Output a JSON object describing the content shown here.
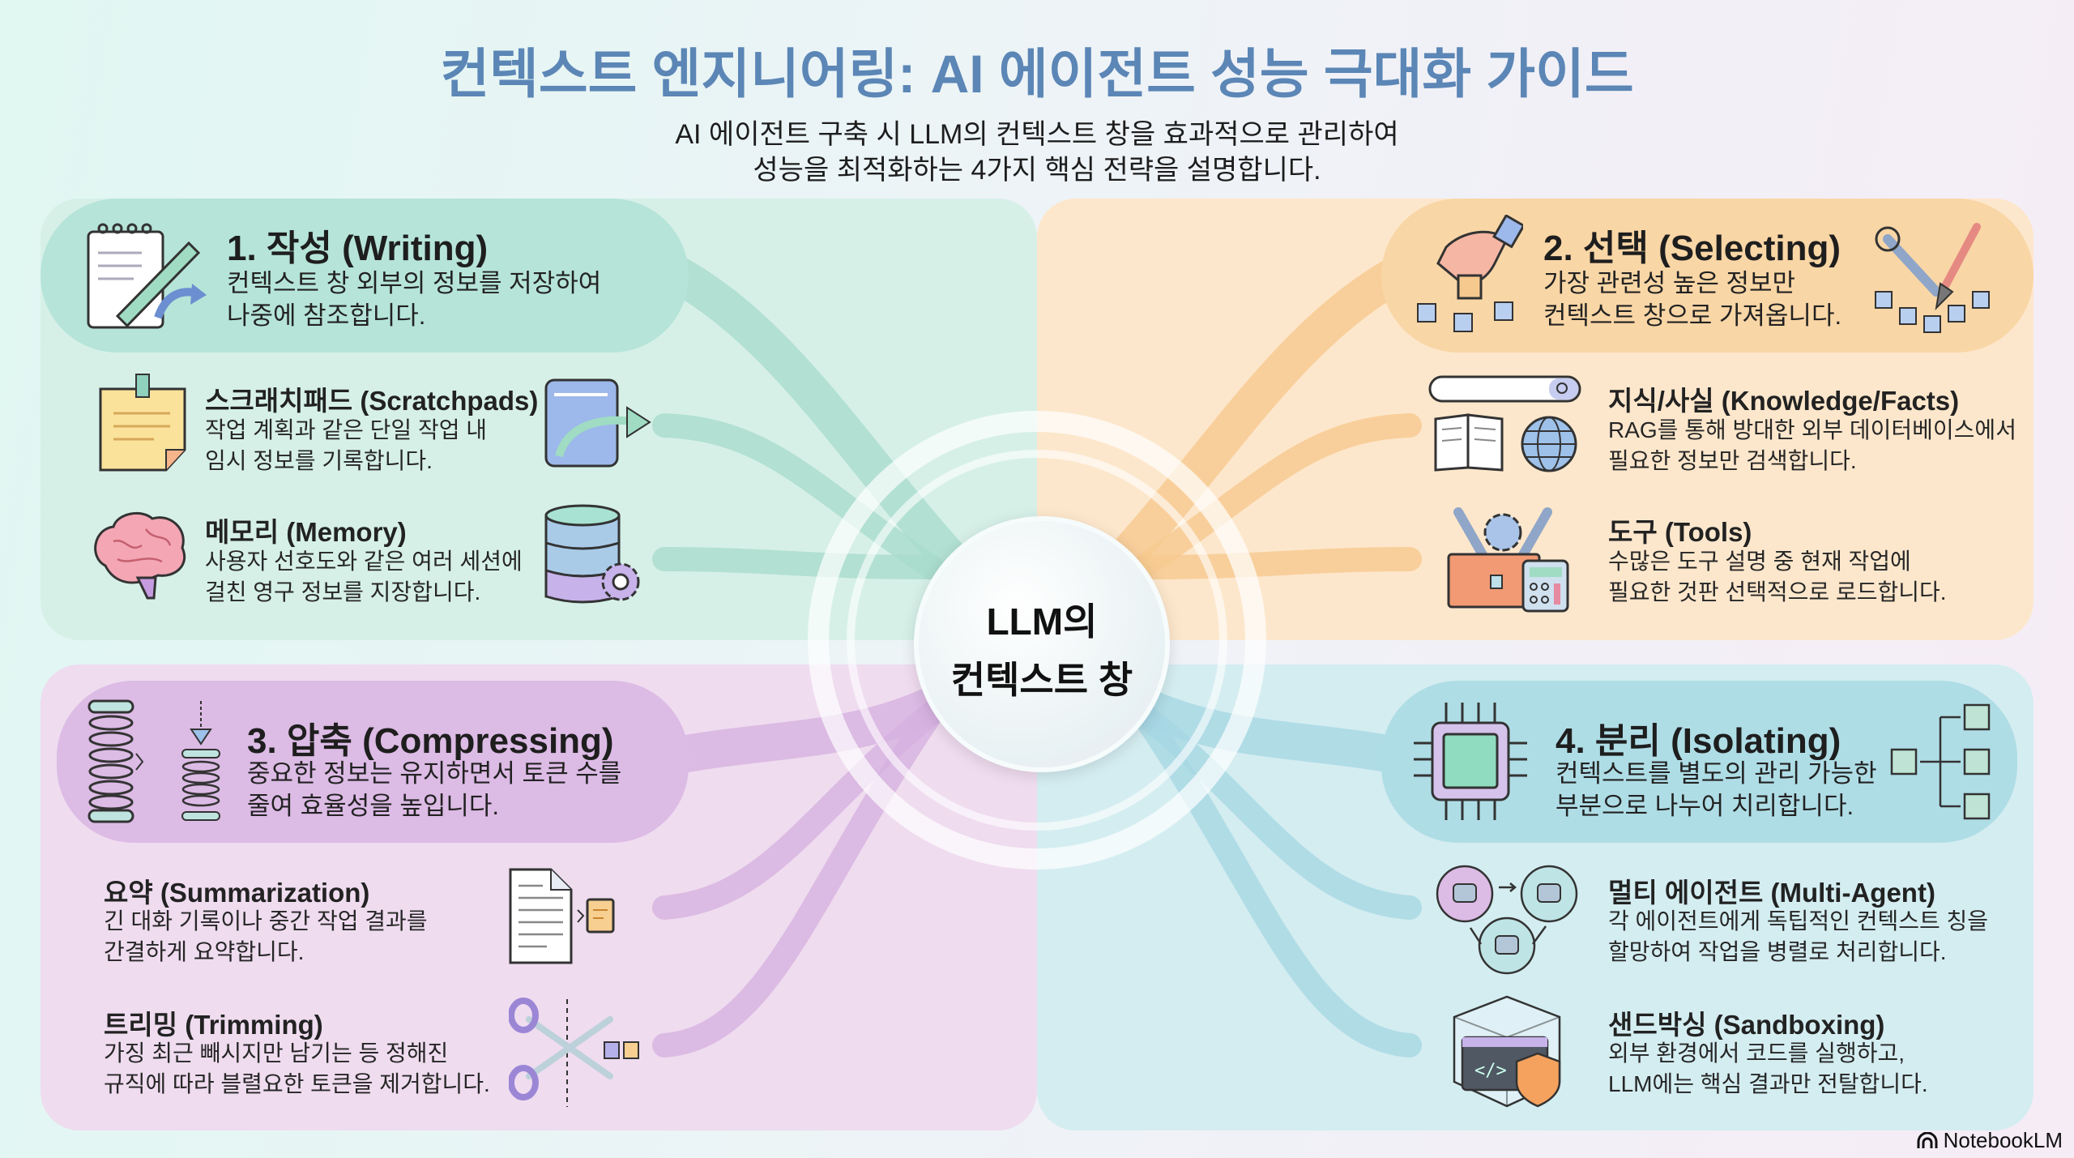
{
  "header": {
    "title": "컨텍스트 엔지니어링: AI 에이전트 성능 극대화 가이드",
    "subtitle_line1": "AI 에이전트 구축 시 LLM의 컨텍스트 창을 효과적으로 관리하여",
    "subtitle_line2": "성능을 최적화하는 4가지 핵심 전략을 설명합니다."
  },
  "center": {
    "line1": "LLM의",
    "line2": "컨텍스트 창"
  },
  "colors": {
    "writing": "#b6e4d8",
    "selecting": "#f9d6a6",
    "compressing": "#dcbbe5",
    "isolating": "#afdde6",
    "title": "#5b86b6"
  },
  "strategies": [
    {
      "title": "1. 작성 (Writing)",
      "desc1": "컨텍스트 창 외부의 정보를 저장하여",
      "desc2": "나중에 참조합니다.",
      "items": [
        {
          "title": "스크래치패드 (Scratchpads)",
          "desc1": "작업 계획과 같은 단일 작업 내",
          "desc2": "임시 정보를 기록합니다."
        },
        {
          "title": "메모리 (Memory)",
          "desc1": "사용자 선호도와 같은 여러 세션에",
          "desc2": "걸친 영구 정보를 지장합니다."
        }
      ]
    },
    {
      "title": "2. 선택 (Selecting)",
      "desc1": "가장 관련성 높은 정보만",
      "desc2": "컨텍스트 창으로 가져옵니다.",
      "items": [
        {
          "title": "지식/사실 (Knowledge/Facts)",
          "desc1": "RAG를 통해 방대한 외부 데이터베이스에서",
          "desc2": "필요한 정보만 검색합니다."
        },
        {
          "title": "도구 (Tools)",
          "desc1": "수많은 도구 설명 중 현재 작업에",
          "desc2": "필요한 것판 선택적으로 로드합니다."
        }
      ]
    },
    {
      "title": "3. 압축 (Compressing)",
      "desc1": "중요한 정보는 유지하면서 토큰 수를",
      "desc2": "줄여 효율성을 높입니다.",
      "items": [
        {
          "title": "요약 (Summarization)",
          "desc1": "긴 대화 기록이나 중간 작업 결과를",
          "desc2": "간결하게 요약합니다."
        },
        {
          "title": "트리밍 (Trimming)",
          "desc1": "가징 최근 빼시지만 남기는 등 정해진",
          "desc2": "규직에 따라 블렬요한 토큰을 제거합니다."
        }
      ]
    },
    {
      "title": "4. 분리 (Isolating)",
      "desc1": "컨텍스트를 별도의 관리 가능한",
      "desc2": "부분으로 나누어 치리합니다.",
      "items": [
        {
          "title": "멀티 에이전트 (Multi-Agent)",
          "desc1": "각 에이전트에게 독팁적인 컨텍스트 칭을",
          "desc2": "할망하여 작업을 병렬로 처리합니다."
        },
        {
          "title": "샌드박싱 (Sandboxing)",
          "desc1": "외부 환경에서 코드를 실행하고,",
          "desc2": "LLM에는 핵심 결과만 전탈합니다."
        }
      ]
    }
  ],
  "footer": {
    "brand": "NotebookLM"
  }
}
